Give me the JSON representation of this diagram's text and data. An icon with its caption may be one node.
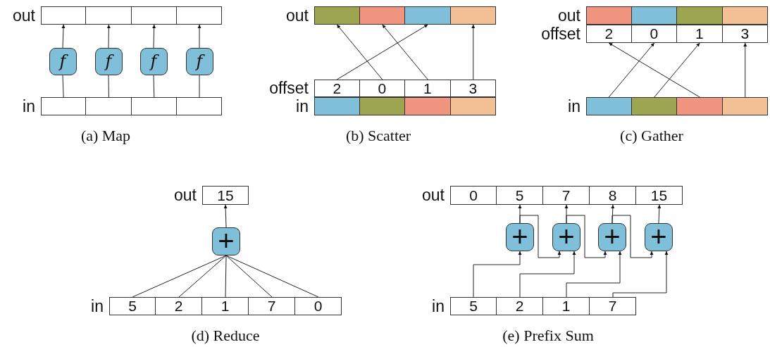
{
  "diagram": {
    "nodes": [
      {
        "text": [
          "out"
        ]
      },
      {
        "text": [],
        "shape": "box",
        "in": 0
      },
      {
        "text": [],
        "shape": "box",
        "in": 0
      },
      {
        "text": [],
        "shape": "box",
        "in": 0
      },
      {
        "text": [],
        "shape": "box",
        "in": 0
      },
      {
        "text": [
          "in"
        ]
      },
      {
        "text": [],
        "shape": "box",
        "in": 5
      },
      {
        "text": [],
        "shape": "box",
        "in": 5
      },
      {
        "text": [],
        "shape": "box",
        "in": 5
      },
      {
        "text": [],
        "shape": "box",
        "in": 5
      },
      {
        "text": [
          "f"
        ]
      },
      {
        "text": [
          "f"
        ]
      },
      {
        "text": [
          "f"
        ]
      },
      {
        "text": [
          "f"
        ]
      },
      {
        "text": [
          "out"
        ]
      },
      {
        "text": [],
        "shape": "box",
        "in": 14
      },
      {
        "text": [],
        "shape": "box",
        "in": 14
      },
      {
        "text": [],
        "shape": "box",
        "in": 14
      },
      {
        "text": [],
        "shape": "box",
        "in": 14
      },
      {
        "text": [
          "offset"
        ]
      },
      {
        "text": [
          "2"
        ],
        "in": 19
      },
      {
        "text": [
          "0"
        ],
        "in": 19
      },
      {
        "text": [
          "1"
        ],
        "in": 19
      },
      {
        "text": [
          "3"
        ],
        "in": 19
      },
      {
        "text": [
          "in"
        ]
      },
      {
        "text": [],
        "shape": "box",
        "in": 24
      },
      {
        "text": [],
        "shape": "box",
        "in": 24
      },
      {
        "text": [],
        "shape": "box",
        "in": 24
      },
      {
        "text": [],
        "shape": "box",
        "in": 24
      },
      {
        "text": [
          "out"
        ]
      },
      {
        "text": [],
        "shape": "box",
        "in": 29
      },
      {
        "text": [],
        "shape": "box",
        "in": 29
      },
      {
        "text": [],
        "shape": "box",
        "in": 29
      },
      {
        "text": [],
        "shape": "box",
        "in": 29
      },
      {
        "text": [
          "offset"
        ]
      },
      {
        "text": [
          "2"
        ],
        "in": 34
      },
      {
        "text": [
          "0"
        ],
        "in": 34
      },
      {
        "text": [
          "1"
        ],
        "in": 34
      },
      {
        "text": [
          "3"
        ],
        "in": 34
      },
      {
        "text": [
          "in"
        ]
      },
      {
        "text": [],
        "shape": "box",
        "in": 39
      },
      {
        "text": [],
        "shape": "box",
        "in": 39
      },
      {
        "text": [],
        "shape": "box",
        "in": 39
      },
      {
        "text": [],
        "shape": "box",
        "in": 39
      },
      {
        "text": [
          "out"
        ]
      },
      {
        "text": [
          "15"
        ],
        "in": 44
      },
      {
        "text": [
          "+"
        ]
      },
      {
        "text": [
          "in"
        ]
      },
      {
        "text": [
          "5"
        ],
        "in": 47
      },
      {
        "text": [
          "2"
        ],
        "in": 47
      },
      {
        "text": [
          "1"
        ],
        "in": 47
      },
      {
        "text": [
          "7"
        ],
        "in": 47
      },
      {
        "text": [
          "0"
        ],
        "in": 47
      },
      {
        "text": [
          "out"
        ]
      },
      {
        "text": [
          "0"
        ],
        "in": 53
      },
      {
        "text": [
          "5"
        ],
        "in": 53
      },
      {
        "text": [
          "7"
        ],
        "in": 53
      },
      {
        "text": [
          "8"
        ],
        "in": 53
      },
      {
        "text": [
          "15"
        ],
        "in": 53
      },
      {
        "text": [
          "+"
        ]
      },
      {
        "text": [
          "+"
        ]
      },
      {
        "text": [
          "+"
        ]
      },
      {
        "text": [
          "+"
        ]
      },
      {
        "text": [
          "in"
        ]
      },
      {
        "text": [
          "5"
        ],
        "in": 63
      },
      {
        "text": [
          "2"
        ],
        "in": 63
      },
      {
        "text": [
          "1"
        ],
        "in": 63
      },
      {
        "text": [
          "7"
        ],
        "in": 63
      }
    ],
    "edges": [
      {
        "from": 6,
        "to": 10,
        "arrow": "none"
      },
      {
        "from": 10,
        "to": 1,
        "arrow": "to"
      },
      {
        "from": 7,
        "to": 11,
        "arrow": "none"
      },
      {
        "from": 11,
        "to": 2,
        "arrow": "to"
      },
      {
        "from": 8,
        "to": 12,
        "arrow": "none"
      },
      {
        "from": 12,
        "to": 3,
        "arrow": "to"
      },
      {
        "from": 9,
        "to": 13,
        "arrow": "none"
      },
      {
        "from": 13,
        "to": 4,
        "arrow": "to"
      },
      {
        "from": 20,
        "to": 17,
        "arrow": "to"
      },
      {
        "from": 21,
        "to": 15,
        "arrow": "to"
      },
      {
        "from": 22,
        "to": 16,
        "arrow": "to"
      },
      {
        "from": 23,
        "to": 18,
        "arrow": "to"
      },
      {
        "from": 40,
        "to": 36,
        "arrow": "to"
      },
      {
        "from": 41,
        "to": 37,
        "arrow": "to"
      },
      {
        "from": 42,
        "to": 35,
        "arrow": "to"
      },
      {
        "from": 43,
        "to": 38,
        "arrow": "to"
      },
      {
        "from": 48,
        "to": 46,
        "arrow": "none"
      },
      {
        "from": 49,
        "to": 46,
        "arrow": "none"
      },
      {
        "from": 50,
        "to": 46,
        "arrow": "none"
      },
      {
        "from": 51,
        "to": 46,
        "arrow": "none"
      },
      {
        "from": 52,
        "to": 46,
        "arrow": "none"
      },
      {
        "from": 46,
        "to": 45,
        "arrow": "to"
      },
      {
        "from": 64,
        "to": 59,
        "arrow": "to"
      },
      {
        "from": 59,
        "to": 55,
        "arrow": "to"
      },
      {
        "from": 59,
        "to": 60,
        "arrow": "to"
      },
      {
        "from": 65,
        "to": 60,
        "arrow": "to"
      },
      {
        "from": 60,
        "to": 56,
        "arrow": "to"
      },
      {
        "from": 60,
        "to": 61,
        "arrow": "to"
      },
      {
        "from": 66,
        "to": 61,
        "arrow": "to"
      },
      {
        "from": 61,
        "to": 57,
        "arrow": "to"
      },
      {
        "from": 61,
        "to": 62,
        "arrow": "to"
      },
      {
        "from": 67,
        "to": 62,
        "arrow": "to"
      },
      {
        "from": 62,
        "to": 58,
        "arrow": "to"
      }
    ],
    "labels": [
      "(a) Map",
      "(b) Scatter",
      "(c) Gather",
      "(d) Reduce",
      "(e) Prefix Sum"
    ]
  }
}
